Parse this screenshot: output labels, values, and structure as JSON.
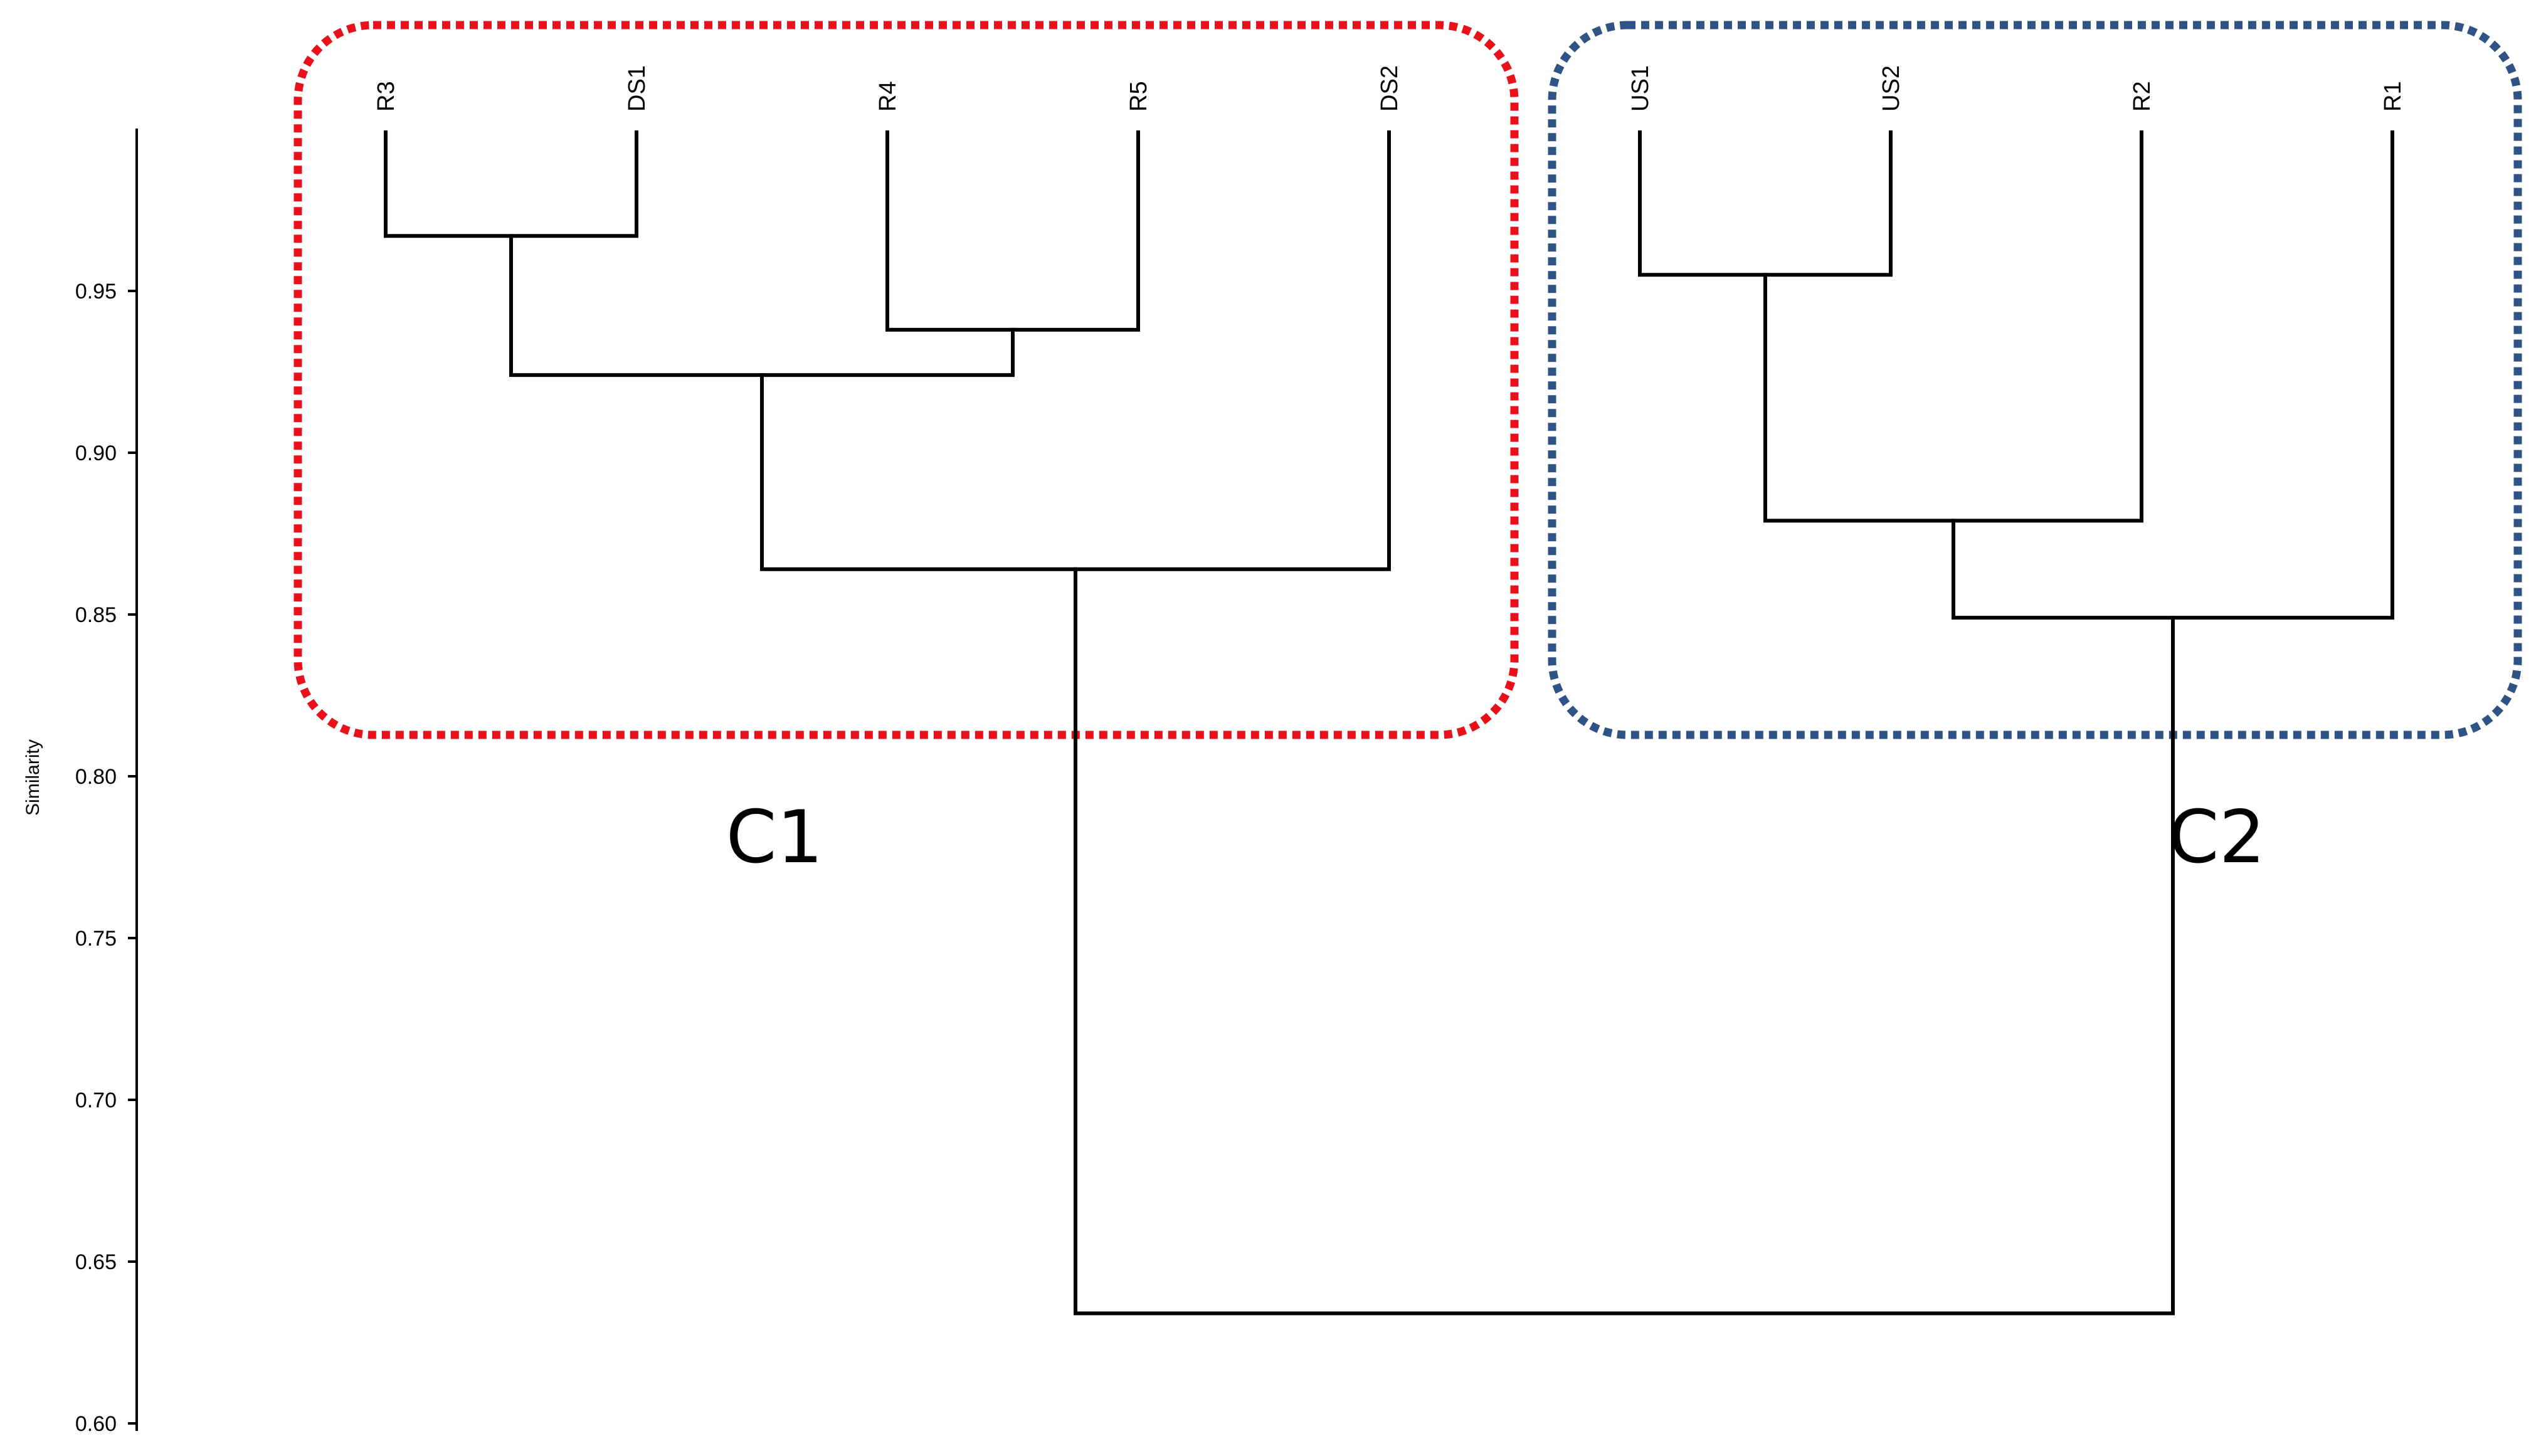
{
  "chart_data": {
    "type": "dendrogram",
    "ylabel": "Similarity",
    "ylim": [
      0.6,
      1.0
    ],
    "y_ticks": [
      {
        "value": 0.6,
        "label": "0.60"
      },
      {
        "value": 0.65,
        "label": "0.65"
      },
      {
        "value": 0.7,
        "label": "0.70"
      },
      {
        "value": 0.75,
        "label": "0.75"
      },
      {
        "value": 0.8,
        "label": "0.80"
      },
      {
        "value": 0.85,
        "label": "0.85"
      },
      {
        "value": 0.9,
        "label": "0.90"
      },
      {
        "value": 0.95,
        "label": "0.95"
      }
    ],
    "leaves": [
      "R3",
      "DS1",
      "R4",
      "R5",
      "DS2",
      "US1",
      "US2",
      "R2",
      "R1"
    ],
    "merges": [
      {
        "a": "R3",
        "b": "DS1",
        "similarity": 0.967
      },
      {
        "a": "R4",
        "b": "R5",
        "similarity": 0.938
      },
      {
        "a": "US1",
        "b": "US2",
        "similarity": 0.955
      },
      {
        "a": "R3+DS1",
        "b": "R4+R5",
        "similarity": 0.924
      },
      {
        "a": "US1+US2",
        "b": "R2",
        "similarity": 0.879
      },
      {
        "a": "R3+DS1+R4+R5",
        "b": "DS2",
        "similarity": 0.864
      },
      {
        "a": "US1+US2+R2",
        "b": "R1",
        "similarity": 0.849
      },
      {
        "a": "C1",
        "b": "C2",
        "similarity": 0.634
      }
    ],
    "clusters": [
      {
        "label": "C1",
        "members": [
          "R3",
          "DS1",
          "R4",
          "R5",
          "DS2"
        ],
        "color": "#e8101a"
      },
      {
        "label": "C2",
        "members": [
          "US1",
          "US2",
          "R2",
          "R1"
        ],
        "color": "#2e5384"
      }
    ],
    "grid": false
  }
}
